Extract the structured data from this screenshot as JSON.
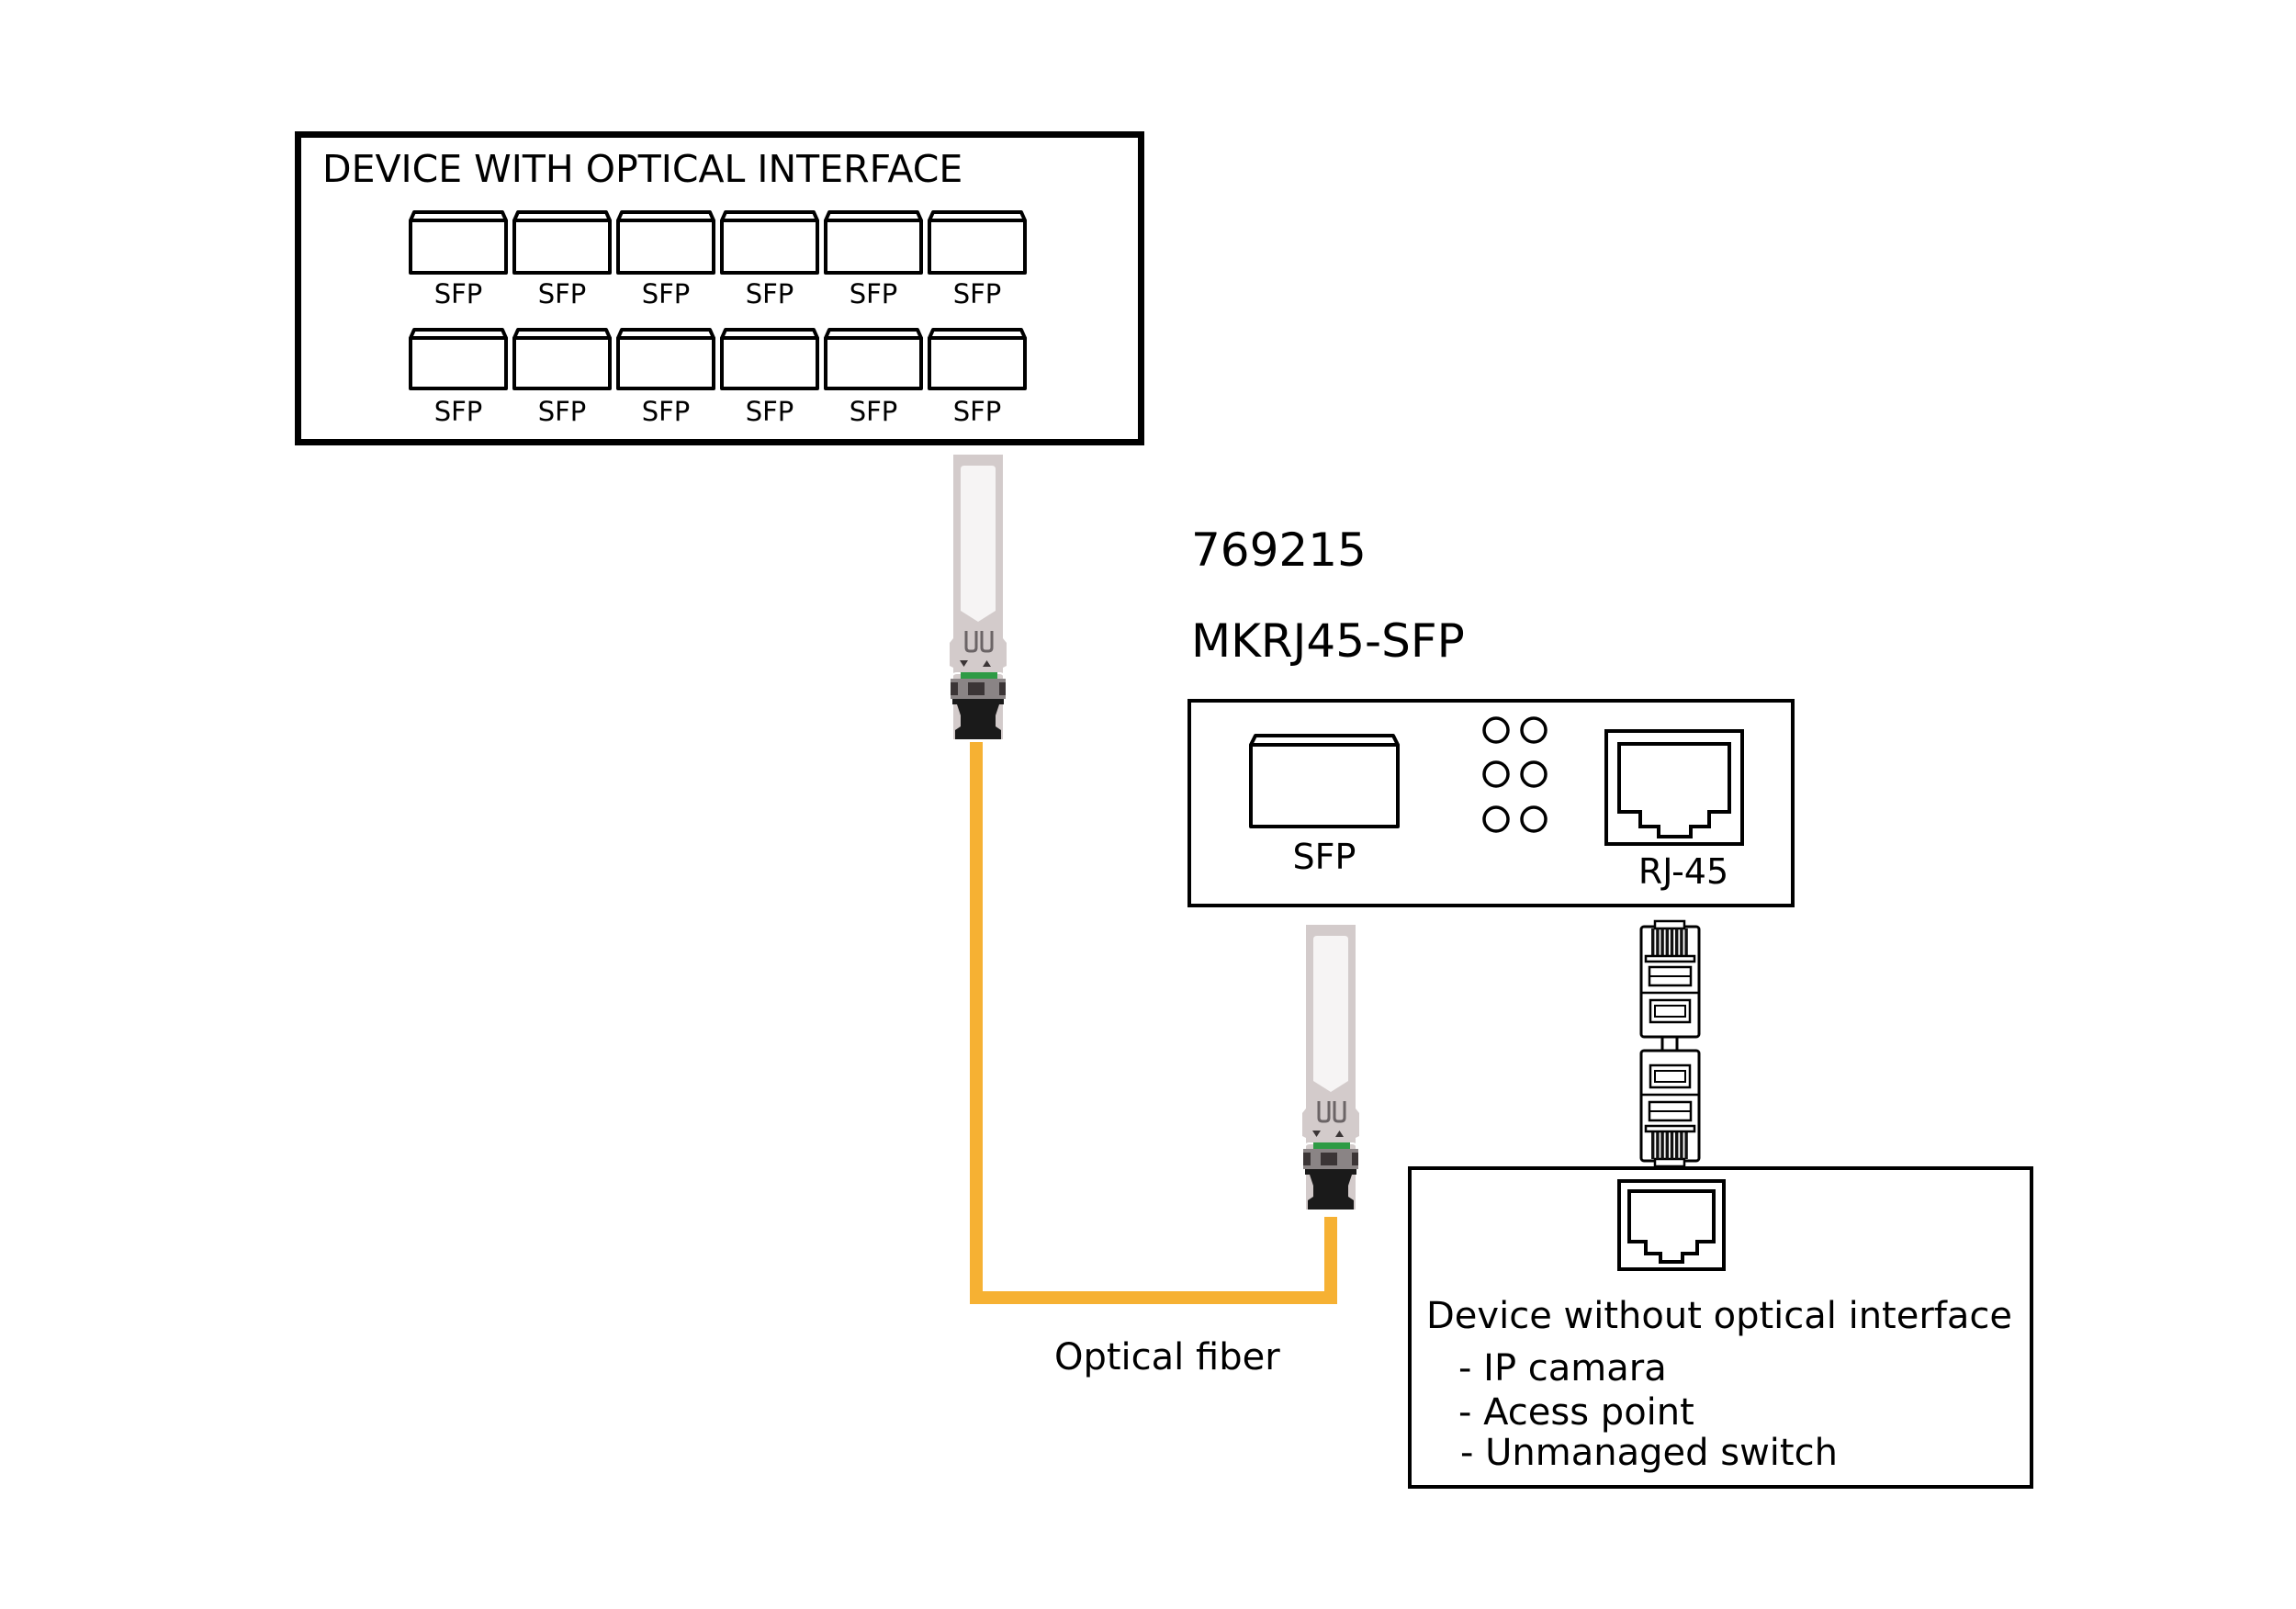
{
  "optical_device": {
    "title": "DEVICE WITH OPTICAL INTERFACE",
    "ports_rows": [
      [
        "SFP",
        "SFP",
        "SFP",
        "SFP",
        "SFP",
        "SFP"
      ],
      [
        "SFP",
        "SFP",
        "SFP",
        "SFP",
        "SFP",
        "SFP"
      ]
    ]
  },
  "converter": {
    "article_number": "769215",
    "model": "MKRJ45-SFP",
    "sfp_port_label": "SFP",
    "rj45_port_label": "RJ-45",
    "led_count": 6
  },
  "fiber": {
    "label": "Optical fiber"
  },
  "target_device": {
    "title": "Device without optical interface",
    "examples": [
      "- IP camara",
      "- Acess point",
      "- Unmanaged switch"
    ]
  },
  "colors": {
    "fiber": "#f6b133",
    "transceiver_body": "#d3cbcb",
    "transceiver_window": "#f6f4f4",
    "transceiver_latch": "#2e9b45",
    "connector": "#1a1a1a",
    "outline": "#000000"
  }
}
